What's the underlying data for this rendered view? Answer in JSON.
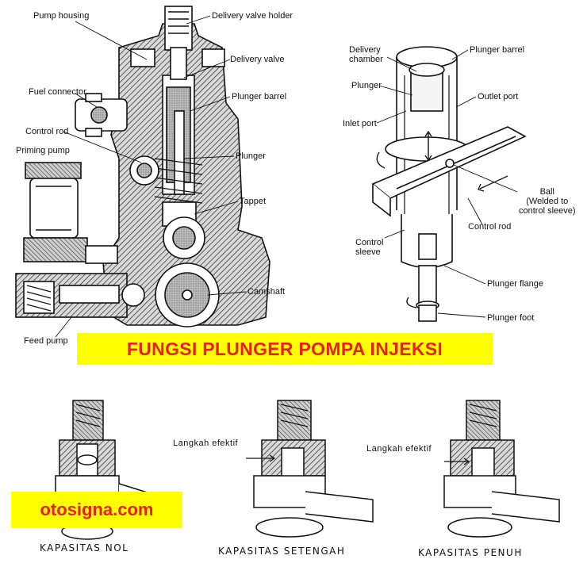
{
  "title": "FUNGSI PLUNGER POMPA INJEKSI",
  "watermark": "otosigna.com",
  "colors": {
    "banner_bg": "#ffff00",
    "banner_text": "#e8201c",
    "ink": "#111111"
  },
  "left_diagram": {
    "labels": {
      "pump_housing": "Pump housing",
      "delivery_valve_holder": "Delivery valve holder",
      "delivery_valve": "Delivery valve",
      "fuel_connector": "Fuel connector",
      "plunger_barrel": "Plunger barrel",
      "control_rod": "Control rod",
      "priming_pump": "Priming pump",
      "plunger": "Plunger",
      "tappet": "Tappet",
      "camshaft": "Camshaft",
      "feed_pump": "Feed pump"
    }
  },
  "right_diagram": {
    "labels": {
      "delivery_chamber": "Delivery\nchamber",
      "plunger_barrel": "Plunger barrel",
      "plunger": "Plunger",
      "outlet_port": "Outlet port",
      "inlet_port": "Inlet port",
      "ball": "Ball\n(Welded to\ncontrol sleeve)",
      "control_rod": "Control rod",
      "control_sleeve": "Control\nsleeve",
      "plunger_flange": "Plunger flange",
      "plunger_foot": "Plunger foot"
    }
  },
  "bottom_panels": [
    {
      "caption": "KAPASITAS NOL",
      "note": ""
    },
    {
      "caption": "KAPASITAS SETENGAH",
      "note": "Langkah efektif"
    },
    {
      "caption": "KAPASITAS PENUH",
      "note": "Langkah efektif"
    }
  ]
}
